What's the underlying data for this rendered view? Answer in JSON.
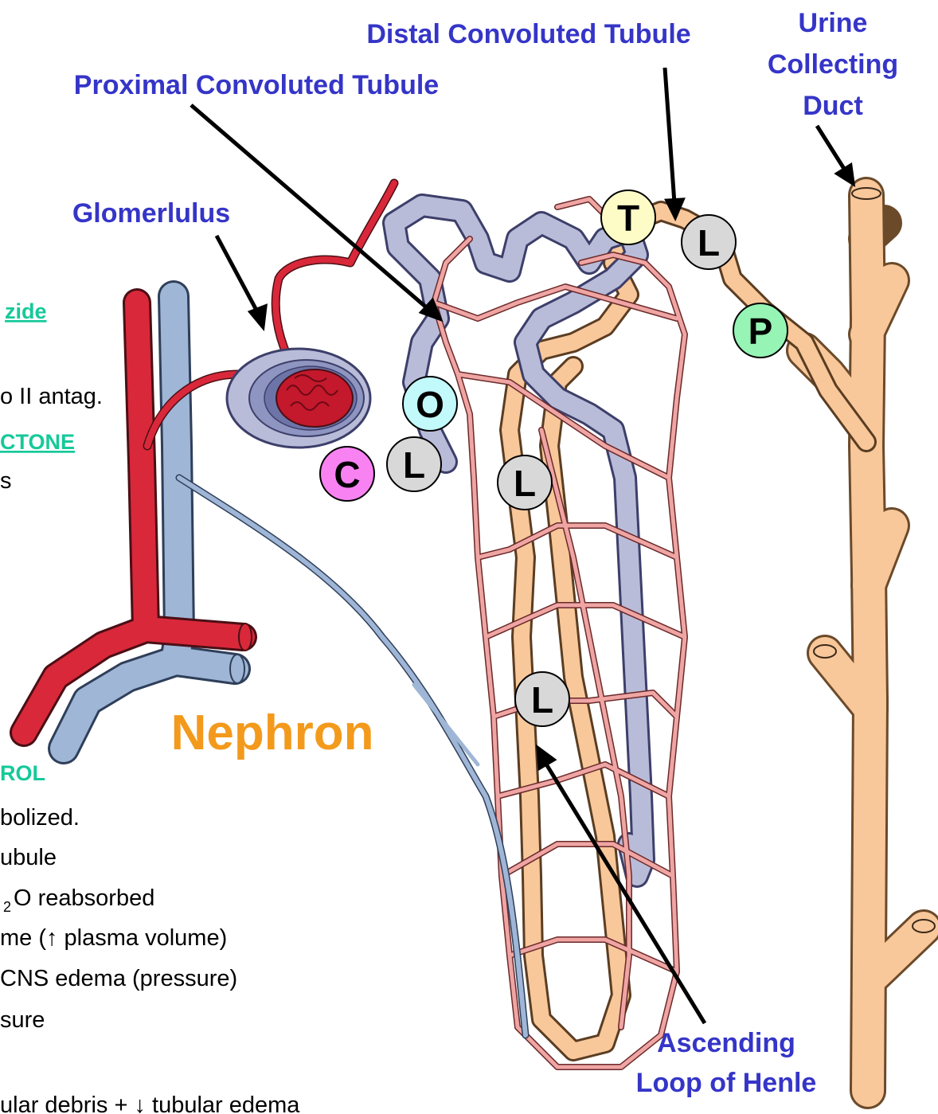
{
  "labels": {
    "distal": "Distal Convoluted Tubule",
    "urine_line1": "Urine",
    "urine_line2": "Collecting",
    "urine_line3": "Duct",
    "proximal": "Proximal Convoluted Tubule",
    "glomerulus": "Glomerlulus",
    "ascending_line1": "Ascending",
    "ascending_line2": "Loop of Henle",
    "nephron": "Nephron"
  },
  "markers": {
    "t": "T",
    "l_top": "L",
    "p": "P",
    "o": "O",
    "c": "C",
    "l_left": "L",
    "l_mid": "L",
    "l_low": "L"
  },
  "left_text": {
    "zide": "zide",
    "antag": "o II antag.",
    "ctone": "CTONE",
    "s": "s",
    "rol": "ROL",
    "bolized": "bolized.",
    "ubule": "ubule",
    "reabsorbed": "O reabsorbed",
    "subscript": "2",
    "volume": "me (↑ plasma volume)",
    "cns": "CNS edema (pressure)",
    "ssure": "sure",
    "debris": "ular debris + ↓ tubular edema"
  },
  "colors": {
    "label_blue": "#3535c8",
    "nephron_orange": "#f39a1c",
    "drug_green": "#16c99a",
    "artery_red": "#d9283a",
    "vein_blue": "#9fb6d6",
    "tubule_purple": "#b9bcd8",
    "tubule_peach": "#f8c79a",
    "capillary_pink": "#efa5a3",
    "marker_t": "#fdfcc6",
    "marker_l": "#d8d8d8",
    "marker_p": "#96f4b4",
    "marker_o": "#c2f9fb",
    "marker_c": "#f982f2"
  }
}
